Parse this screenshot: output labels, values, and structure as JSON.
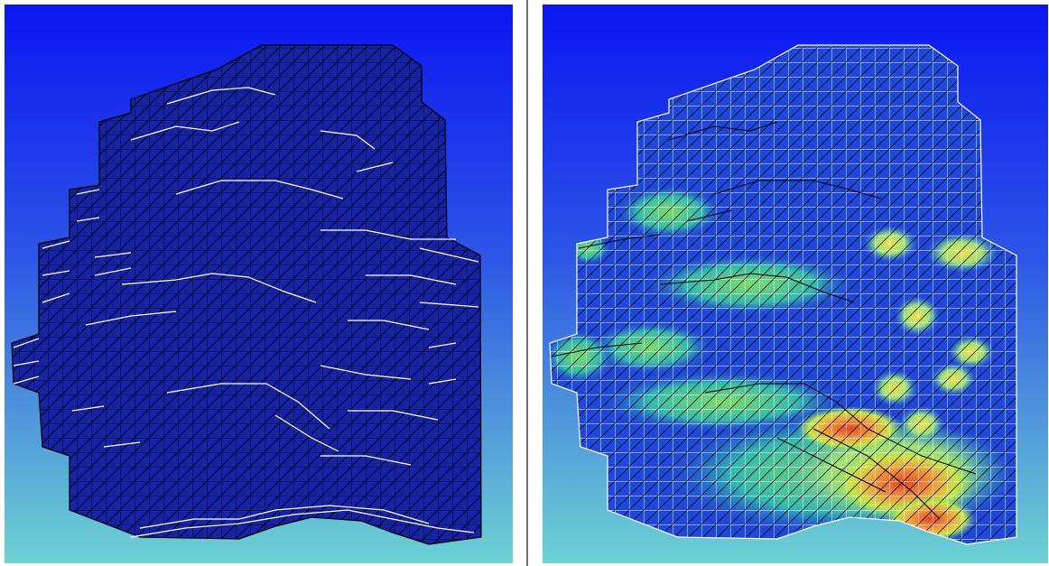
{
  "figure": {
    "panels": [
      {
        "id": "left",
        "view": "mesh-initial",
        "color_map": "uniform"
      },
      {
        "id": "right",
        "view": "mesh-result",
        "color_map": "blue-green-yellow-red"
      }
    ]
  },
  "colors": {
    "sky_top": "#0a16f0",
    "sky_mid": "#2d55e6",
    "sky_bottom": "#6ed2d2",
    "body_left": "#1623a4",
    "body_right": "#2048d8",
    "hot_yellow": "#f0e24a",
    "hot_red": "#e2452a",
    "warm_green": "#5fd07a",
    "mesh_dark": "#000000",
    "mesh_light": "#ffffff"
  }
}
